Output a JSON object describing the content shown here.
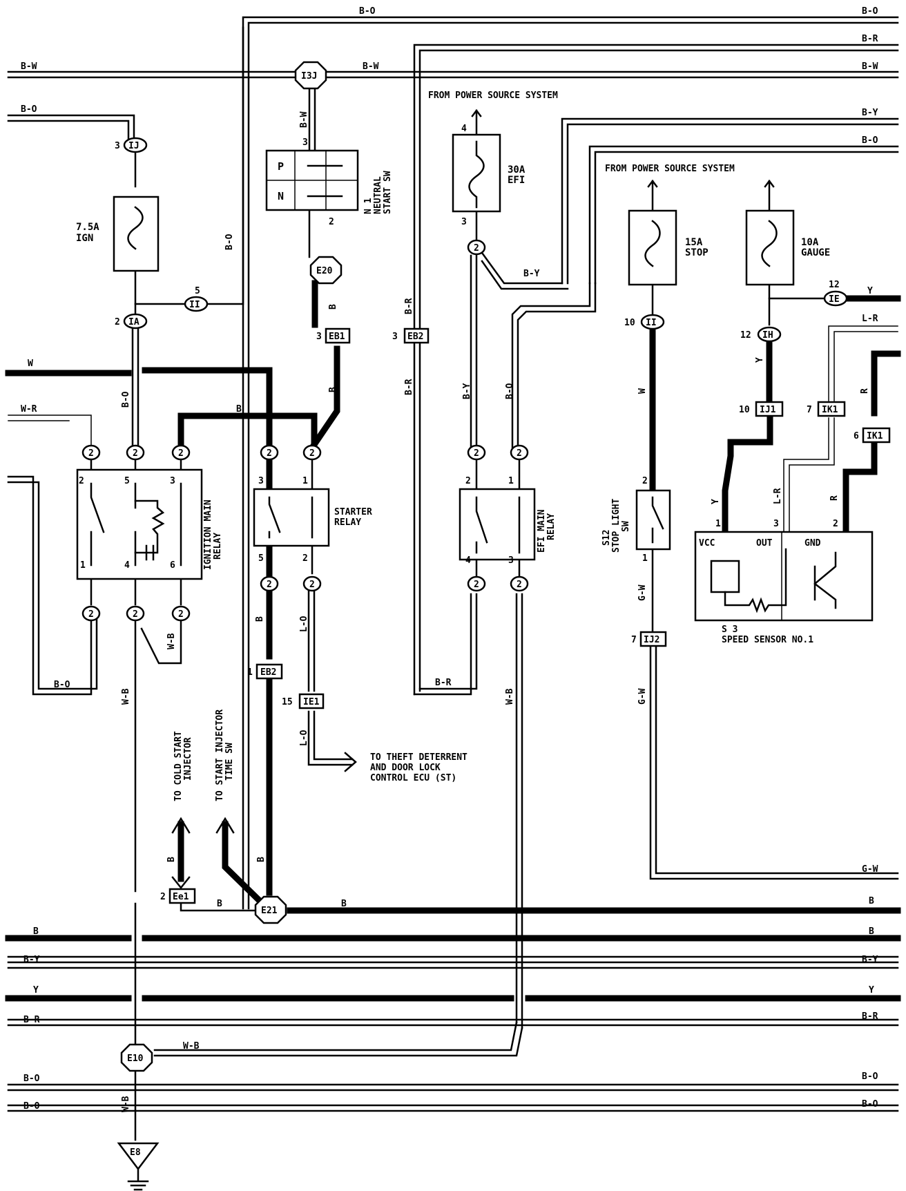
{
  "labels": {
    "bo": "B-O",
    "br": "B-R",
    "bw": "B-W",
    "by": "B-Y",
    "b": "B",
    "w": "W",
    "wr": "W-R",
    "y": "Y",
    "wb": "W-B",
    "lo": "L-O",
    "gw": "G-W",
    "lr": "L-R",
    "r": "R"
  },
  "captions": {
    "from_power_1": "FROM POWER SOURCE SYSTEM",
    "from_power_2": "FROM POWER SOURCE SYSTEM",
    "fuse_ign": [
      "7.5A",
      "IGN"
    ],
    "fuse_efi": [
      "30A",
      "EFI"
    ],
    "fuse_stop": [
      "15A",
      "STOP"
    ],
    "fuse_gauge": [
      "10A",
      "GAUGE"
    ],
    "neutral_sw": [
      "N 1",
      "NEUTRAL",
      "START SW"
    ],
    "ign_relay": [
      "IGNITION MAIN",
      "RELAY"
    ],
    "starter_relay": [
      "STARTER",
      "RELAY"
    ],
    "efi_relay": [
      "EFI MAIN",
      "RELAY"
    ],
    "stop_light_sw": [
      "S12",
      "STOP LIGHT",
      "SW"
    ],
    "speed_sensor": [
      "S 3",
      "SPEED SENSOR NO.1"
    ],
    "theft": [
      "TO THEFT DETERRENT",
      "AND DOOR LOCK",
      "CONTROL ECU (ST)"
    ],
    "cold_start": [
      "TO COLD START",
      "INJECTOR"
    ],
    "start_injector": [
      "TO START INJECTOR",
      "TIME SW"
    ],
    "sensor_pins": {
      "vcc": "VCC",
      "out": "OUT",
      "gnd": "GND"
    },
    "switch_p": "P",
    "switch_n": "N"
  },
  "connectors": {
    "i3j": "I3J",
    "e20": "E20",
    "e21": "E21",
    "e10": "E10",
    "e8": "E8",
    "ij": "IJ",
    "ii": "II",
    "ia": "IA",
    "eb1": "EB1",
    "eb2_top": "EB2",
    "eb2_bot": "EB2",
    "ie1": "IE1",
    "ee1": "Ee1",
    "ie": "IE",
    "ih": "IH",
    "ij1": "IJ1",
    "ik1_a": "IK1",
    "ik1_b": "IK1",
    "ij2": "IJ2",
    "relay_pin": "2"
  },
  "pins": {
    "p1": "1",
    "p2": "2",
    "p3": "3",
    "p4": "4",
    "p5": "5",
    "p6": "6",
    "p7": "7",
    "p10": "10",
    "p12": "12",
    "p15": "15"
  }
}
